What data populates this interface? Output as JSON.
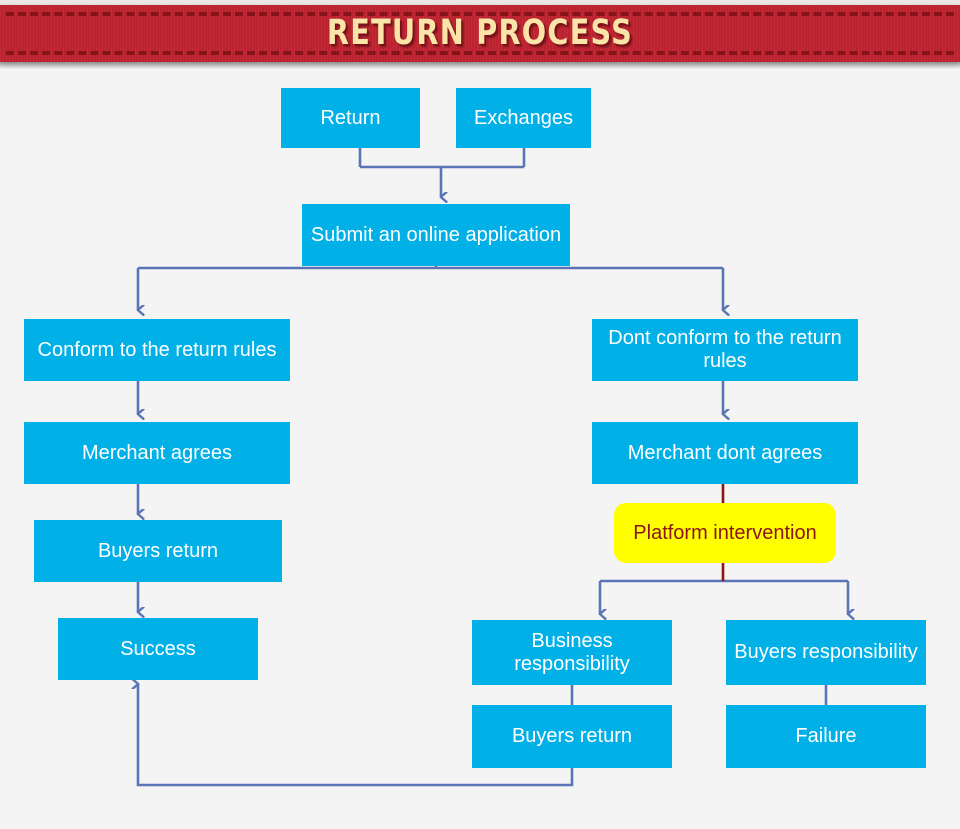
{
  "header": {
    "title": "RETURN PROCESS",
    "banner_color": "#bf2430",
    "title_color": "#fbe4a8",
    "dash_color": "#7d1116"
  },
  "theme": {
    "background": "#f4f4f4",
    "node_fill": "#00b0e6",
    "node_text": "#ffffff",
    "accent_fill": "#ffff00",
    "accent_text": "#8c1414",
    "connector": "#5b74b5",
    "accent_connector": "#8c1414"
  },
  "flowchart": {
    "nodes": [
      {
        "id": "return",
        "label": "Return",
        "kind": "process"
      },
      {
        "id": "exchanges",
        "label": "Exchanges",
        "kind": "process"
      },
      {
        "id": "submit",
        "label": "Submit an online application",
        "kind": "process"
      },
      {
        "id": "conform",
        "label": "Conform to the return rules",
        "kind": "process"
      },
      {
        "id": "dont-conform",
        "label": "Dont conform to the return rules",
        "kind": "process"
      },
      {
        "id": "merchant-agrees",
        "label": "Merchant agrees",
        "kind": "process"
      },
      {
        "id": "merchant-dont",
        "label": "Merchant dont agrees",
        "kind": "process"
      },
      {
        "id": "buyers-return-left",
        "label": "Buyers return",
        "kind": "process"
      },
      {
        "id": "platform",
        "label": "Platform intervention",
        "kind": "accent"
      },
      {
        "id": "success",
        "label": "Success",
        "kind": "process"
      },
      {
        "id": "business-resp",
        "label": "Business responsibility",
        "kind": "process"
      },
      {
        "id": "buyers-resp",
        "label": "Buyers responsibility",
        "kind": "process"
      },
      {
        "id": "buyers-return-mid",
        "label": "Buyers return",
        "kind": "process"
      },
      {
        "id": "failure",
        "label": "Failure",
        "kind": "process"
      }
    ],
    "edges": [
      {
        "from": "return",
        "to": "submit"
      },
      {
        "from": "exchanges",
        "to": "submit"
      },
      {
        "from": "submit",
        "to": "conform"
      },
      {
        "from": "submit",
        "to": "dont-conform"
      },
      {
        "from": "conform",
        "to": "merchant-agrees"
      },
      {
        "from": "merchant-agrees",
        "to": "buyers-return-left"
      },
      {
        "from": "buyers-return-left",
        "to": "success"
      },
      {
        "from": "dont-conform",
        "to": "merchant-dont"
      },
      {
        "from": "merchant-dont",
        "to": "platform"
      },
      {
        "from": "platform",
        "to": "business-resp"
      },
      {
        "from": "platform",
        "to": "buyers-resp"
      },
      {
        "from": "business-resp",
        "to": "buyers-return-mid"
      },
      {
        "from": "buyers-resp",
        "to": "failure"
      },
      {
        "from": "buyers-return-mid",
        "to": "success"
      }
    ]
  }
}
